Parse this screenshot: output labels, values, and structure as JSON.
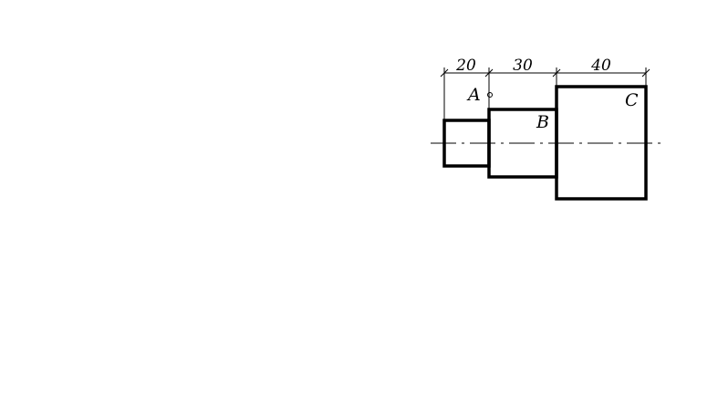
{
  "dimensions": [
    {
      "label": "20"
    },
    {
      "label": "30"
    },
    {
      "label": "40"
    }
  ],
  "points": [
    {
      "label": "A"
    },
    {
      "label": "B"
    },
    {
      "label": "C"
    }
  ],
  "colors": {
    "line": "#000000",
    "background": "#ffffff"
  }
}
